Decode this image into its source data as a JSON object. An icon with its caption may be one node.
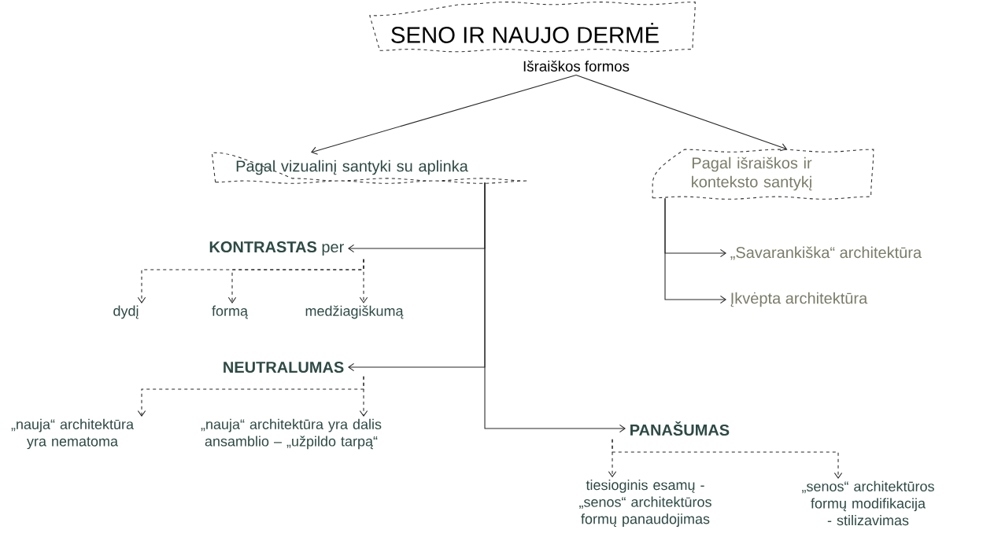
{
  "diagram": {
    "nodes": [
      {
        "text": [
          "SENO IR NAUJO DERMĖ"
        ]
      },
      {
        "text": [
          "Išraiškos formos"
        ]
      },
      {
        "text": [
          "Pagal vizualinį santyki su aplinka"
        ]
      },
      {
        "text": [
          "Pagal išraiškos ir konteksto santykį"
        ]
      },
      {
        "text": [
          "**KONTRASTAS** per"
        ]
      },
      {
        "text": [
          "dydį"
        ]
      },
      {
        "text": [
          "formą"
        ]
      },
      {
        "text": [
          "medžiagiškumą"
        ]
      },
      {
        "text": [
          "NEUTRALUMAS"
        ]
      },
      {
        "text": [
          "„nauja“ architektūra yra nematoma"
        ]
      },
      {
        "text": [
          "„nauja“ architektūra yra dalis ansamblio – „užpildo tarpą“"
        ]
      },
      {
        "text": [
          "PANAŠUMAS"
        ]
      },
      {
        "text": [
          "tiesioginis esamų - „senos“ architektūros formų panaudojimas"
        ]
      },
      {
        "text": [
          "„senos“ architektūros formų modifikacija - stilizavimas"
        ]
      },
      {
        "text": [
          "„Savarankiška“ architektūra"
        ]
      },
      {
        "text": [
          "Įkvėpta architektūra"
        ]
      }
    ],
    "edges": [
      {
        "from": 1,
        "to": 2,
        "arrow": "to"
      },
      {
        "from": 1,
        "to": 3,
        "arrow": "to"
      },
      {
        "from": 2,
        "to": 4,
        "arrow": "to"
      },
      {
        "from": 4,
        "to": 5,
        "arrow": "to",
        "style": "dashed"
      },
      {
        "from": 4,
        "to": 6,
        "arrow": "to",
        "style": "dashed"
      },
      {
        "from": 4,
        "to": 7,
        "arrow": "to",
        "style": "dashed"
      },
      {
        "from": 2,
        "to": 8,
        "arrow": "to"
      },
      {
        "from": 8,
        "to": 9,
        "arrow": "to",
        "style": "dashed"
      },
      {
        "from": 8,
        "to": 10,
        "arrow": "to",
        "style": "dashed"
      },
      {
        "from": 2,
        "to": 11,
        "arrow": "to"
      },
      {
        "from": 11,
        "to": 12,
        "arrow": "to",
        "style": "dashed"
      },
      {
        "from": 11,
        "to": 13,
        "arrow": "to",
        "style": "dashed"
      },
      {
        "from": 3,
        "to": 14,
        "arrow": "to"
      },
      {
        "from": 3,
        "to": 15,
        "arrow": "to"
      }
    ]
  }
}
